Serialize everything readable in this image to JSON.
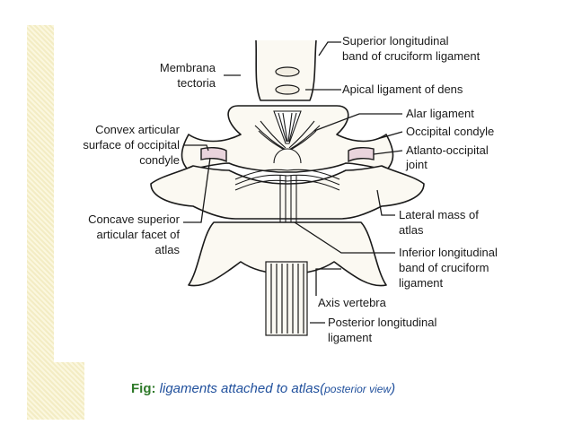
{
  "labels": {
    "membrana_tectoria_1": "Membrana",
    "membrana_tectoria_2": "tectoria",
    "superior_band_1": "Superior longitudinal",
    "superior_band_2": "band of cruciform ligament",
    "apical_ligament": "Apical ligament of dens",
    "alar_ligament": "Alar ligament",
    "occipital_condyle": "Occipital condyle",
    "atlanto_occipital_1": "Atlanto-occipital",
    "atlanto_occipital_2": "joint",
    "convex_articular_1": "Convex articular",
    "convex_articular_2": "surface of occipital",
    "convex_articular_3": "condyle",
    "concave_superior_1": "Concave superior",
    "concave_superior_2": "articular facet of",
    "concave_superior_3": "atlas",
    "lateral_mass_1": "Lateral mass of",
    "lateral_mass_2": "atlas",
    "inferior_band_1": "Inferior longitudinal",
    "inferior_band_2": "band of cruciform",
    "inferior_band_3": "ligament",
    "axis_vertebra": "Axis vertebra",
    "posterior_ligament_1": "Posterior longitudinal",
    "posterior_ligament_2": "ligament"
  },
  "caption": {
    "lead": "Fig:",
    "main": " ligaments attached to atlas(",
    "sub": "posterior view",
    "end": ")"
  },
  "colors": {
    "outline": "#1a1a1a",
    "bone_fill": "#fbf9f2",
    "joint_fill": "#e9d4dc",
    "caption_lead": "#2f7a2a",
    "caption_text": "#1f4f9c",
    "decor": "#f3ecc4"
  }
}
